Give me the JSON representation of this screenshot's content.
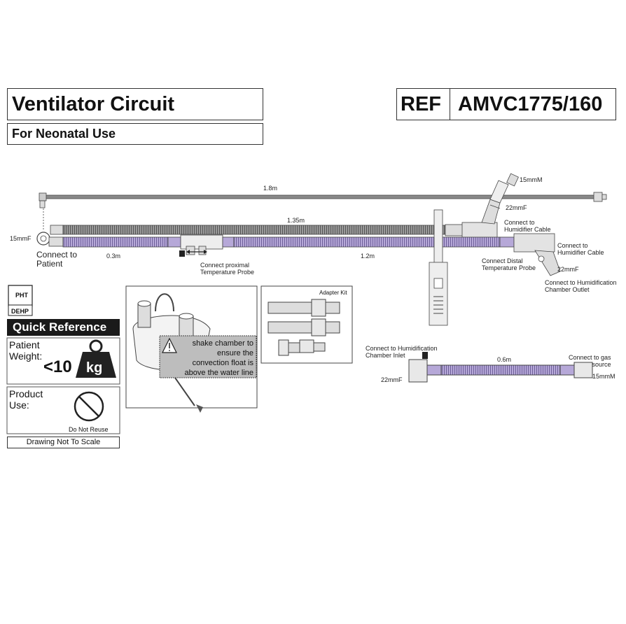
{
  "header": {
    "title": "Ventilator Circuit",
    "subtitle": "For Neonatal Use",
    "ref_label": "REF",
    "ref_code": "AMVC1775/160"
  },
  "diagram": {
    "labels": {
      "len_1_8m": "1.8m",
      "len_1_35m": "1.35m",
      "len_0_3m": "0.3m",
      "len_1_2m": "1.2m",
      "len_0_6m": "0.6m",
      "port_15mmF_left": "15mmF",
      "port_15mmM_top": "15mmM",
      "port_22mmF_top": "22mmF",
      "port_22mmF_right": "22mmF",
      "port_22mmF_inlet": "22mmF",
      "port_15mmM_gas": "15mmM",
      "connect_patient": "Connect to\nPatient",
      "connect_proximal": "Connect proximal\nTemperature Probe",
      "connect_humidifier_cable_1": "Connect to\nHumidifier Cable",
      "connect_humidifier_cable_2": "Connect to\nHumidifier Cable",
      "connect_distal": "Connect Distal\nTemperature Probe",
      "connect_chamber_outlet": "Connect to Humidification\nChamber Outlet",
      "connect_chamber_inlet": "Connect to Humidification\nChamber Inlet",
      "connect_gas_source": "Connect to gas\nsource"
    },
    "warning": "shake chamber to\nensure the\nconvection float is\nabove the water line",
    "adapter_kit": "Adapter Kit"
  },
  "sidebar": {
    "pht": "PHT",
    "dehp": "DEHP",
    "quick_reference": "Quick Reference",
    "patient_weight_label": "Patient\nWeight:",
    "patient_weight_value": "<10",
    "weight_unit": "kg",
    "product_use_label": "Product\nUse:",
    "do_not_reuse": "Do Not Reuse",
    "drawing_note": "Drawing Not To Scale"
  },
  "colors": {
    "tube_grey": "#8c8c8c",
    "tube_purple": "#b6a8d8",
    "warning_bg": "#bdbdbd",
    "dark": "#1a1a1a"
  }
}
